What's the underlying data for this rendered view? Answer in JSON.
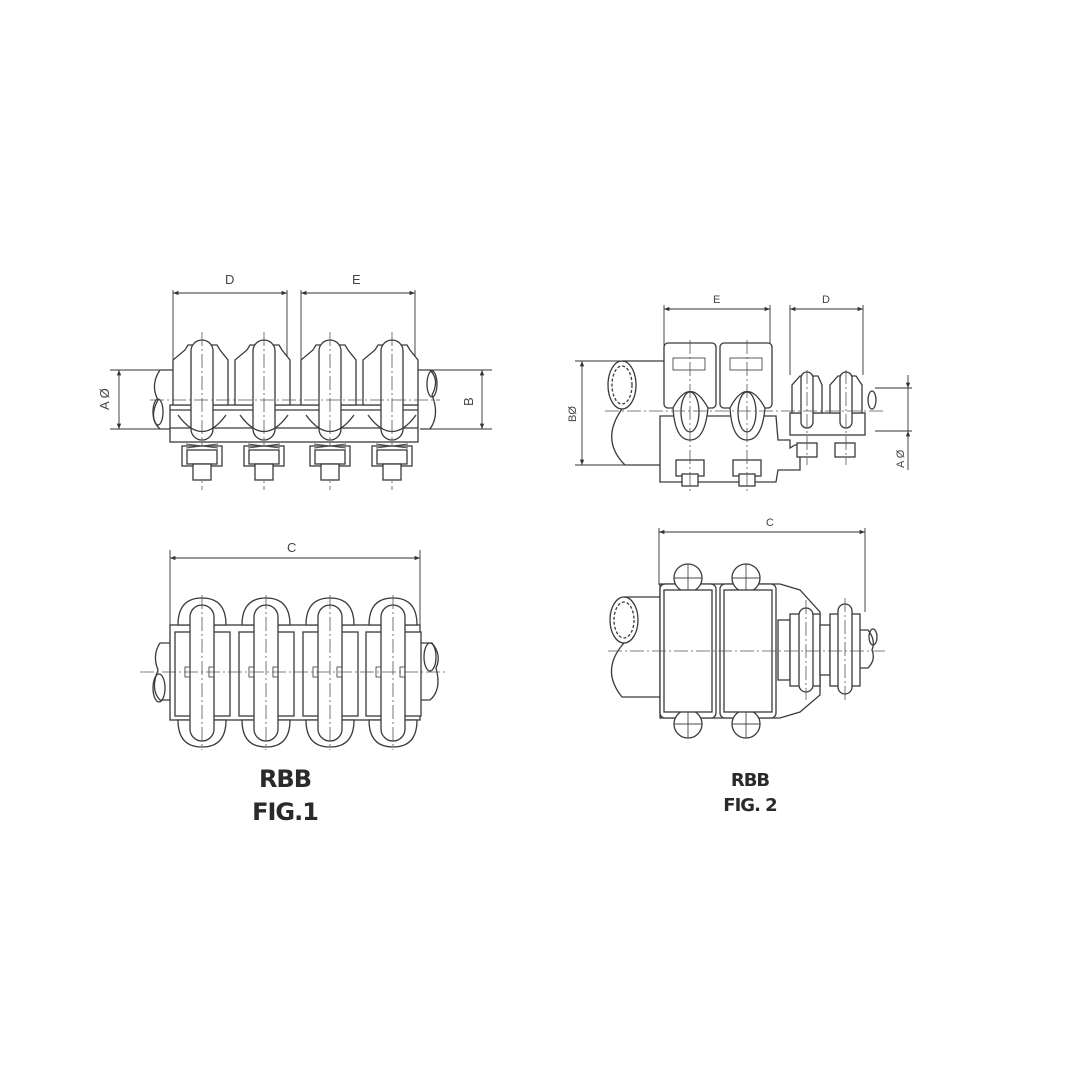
{
  "figure1": {
    "title": "RBB",
    "label": "FIG.1",
    "side_view": {
      "dimensions": {
        "D": "D",
        "E": "E",
        "A": "A Ø",
        "B": "B"
      },
      "clamp_count": 4
    },
    "top_view": {
      "dimensions": {
        "C": "C"
      },
      "clamp_count": 4
    }
  },
  "figure2": {
    "title": "RBB",
    "label": "FIG. 2",
    "side_view": {
      "dimensions": {
        "E": "E",
        "D": "D",
        "B": "BØ",
        "A": "A Ø"
      },
      "large_clamp_count": 2,
      "small_clamp_count": 2
    },
    "top_view": {
      "dimensions": {
        "C": "C"
      }
    }
  },
  "colors": {
    "line": "#3a3a3a",
    "background": "#ffffff",
    "text": "#2a2a2a"
  }
}
